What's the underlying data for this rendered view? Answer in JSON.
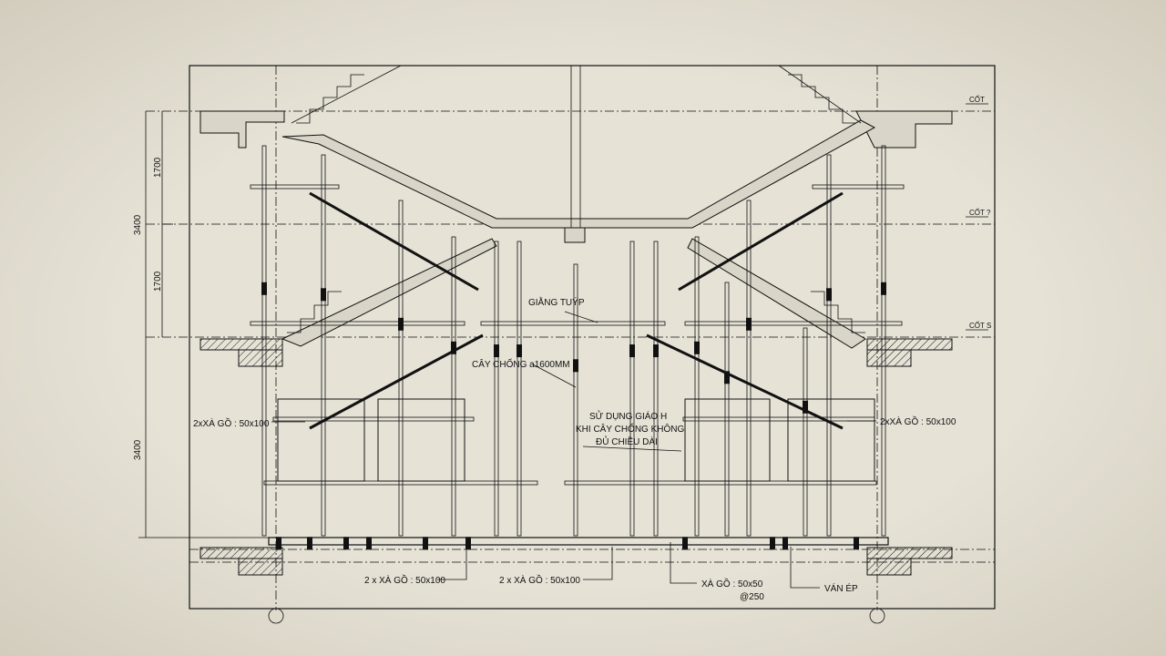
{
  "drawing": {
    "levels": [
      "CỐT",
      "CỐT ?",
      "CỐT S"
    ],
    "dimensions": {
      "upper_total": "3400",
      "upper_parts": [
        "1700",
        "1700"
      ],
      "lower_total": "3400"
    },
    "labels": {
      "bracing": "GIẰNG TUÝP",
      "prop": "CÂY CHỐNG a1600MM",
      "note": [
        "SỬ DỤNG GIÁO H",
        "KHI CÂY CHỐNG KHÔNG",
        "ĐỦ CHIỀU DÀI"
      ],
      "left_beam": "2xXÀ GỒ : 50x100",
      "right_beam": "2xXÀ GỒ : 50x100",
      "bottom_beam_1": "2 x XÀ GỒ : 50x100",
      "bottom_beam_2": "2 x XÀ GỒ : 50x100",
      "joist": "XÀ GỒ : 50x50",
      "joist_spacing": "@250",
      "plywood": "VÁN ÉP"
    }
  }
}
